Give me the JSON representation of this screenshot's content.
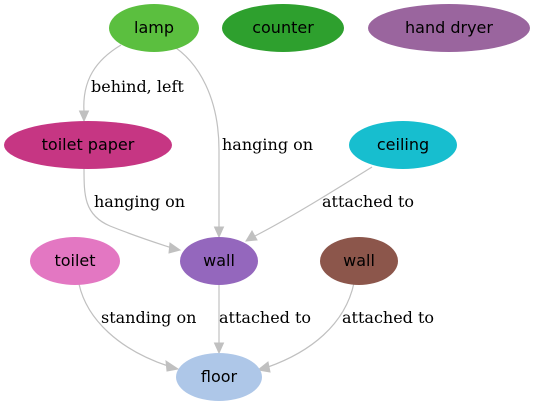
{
  "graph": {
    "nodes": [
      {
        "id": "lamp",
        "label": "lamp",
        "color": "#5bbf3f"
      },
      {
        "id": "counter",
        "label": "counter",
        "color": "#2ea02e"
      },
      {
        "id": "hand_dryer",
        "label": "hand dryer",
        "color": "#9a659e"
      },
      {
        "id": "toilet_paper",
        "label": "toilet paper",
        "color": "#c63683"
      },
      {
        "id": "ceiling",
        "label": "ceiling",
        "color": "#17becf"
      },
      {
        "id": "toilet",
        "label": "toilet",
        "color": "#e377c2"
      },
      {
        "id": "wall_purple",
        "label": "wall",
        "color": "#9467bd"
      },
      {
        "id": "wall_brown",
        "label": "wall",
        "color": "#8c564b"
      },
      {
        "id": "floor",
        "label": "floor",
        "color": "#aec7e8"
      }
    ],
    "edges": [
      {
        "id": "lamp_toiletpaper",
        "label": "behind, left"
      },
      {
        "id": "lamp_wall",
        "label": "hanging on"
      },
      {
        "id": "toiletpaper_wall",
        "label": "hanging on"
      },
      {
        "id": "ceiling_wall",
        "label": "attached to"
      },
      {
        "id": "toilet_floor",
        "label": "standing on"
      },
      {
        "id": "wall_floor",
        "label": "attached to"
      },
      {
        "id": "wallbrown_floor",
        "label": "attached to"
      }
    ],
    "edge_color": "#c0c0c0"
  }
}
